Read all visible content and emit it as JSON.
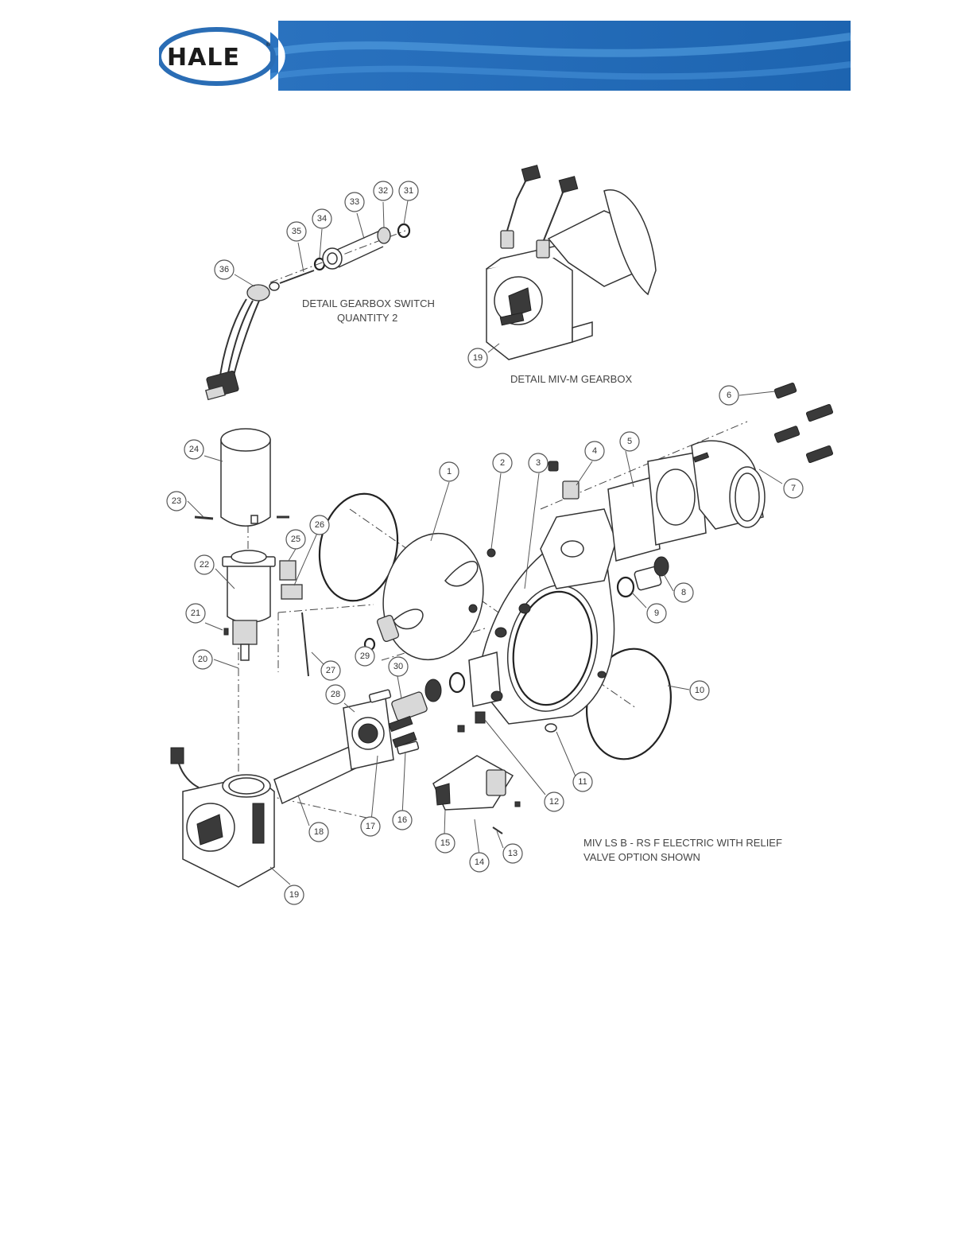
{
  "header": {
    "brand": "HALE",
    "registered_mark": "®",
    "colors": {
      "banner": "#1f6fb8",
      "banner_light": "#3d8fd6",
      "logo_swoosh": "#2a6db5"
    }
  },
  "labels": {
    "detail_switch_line1": "DETAIL GEARBOX SWITCH",
    "detail_switch_line2": "QUANTITY 2",
    "detail_gearbox": "DETAIL MIV-M GEARBOX",
    "note_line1": "MIV LS B - RS F ELECTRIC WITH RELIEF",
    "note_line2": "VALVE OPTION SHOWN"
  },
  "callouts": [
    {
      "id": "c31",
      "num": "31"
    },
    {
      "id": "c32",
      "num": "32"
    },
    {
      "id": "c33",
      "num": "33"
    },
    {
      "id": "c34",
      "num": "34"
    },
    {
      "id": "c35",
      "num": "35"
    },
    {
      "id": "c36",
      "num": "36"
    },
    {
      "id": "c19a",
      "num": "19"
    },
    {
      "id": "c6",
      "num": "6"
    },
    {
      "id": "c7",
      "num": "7"
    },
    {
      "id": "c5",
      "num": "5"
    },
    {
      "id": "c4",
      "num": "4"
    },
    {
      "id": "c3",
      "num": "3"
    },
    {
      "id": "c2",
      "num": "2"
    },
    {
      "id": "c1",
      "num": "1"
    },
    {
      "id": "c24",
      "num": "24"
    },
    {
      "id": "c23",
      "num": "23"
    },
    {
      "id": "c26",
      "num": "26"
    },
    {
      "id": "c25",
      "num": "25"
    },
    {
      "id": "c22",
      "num": "22"
    },
    {
      "id": "c21",
      "num": "21"
    },
    {
      "id": "c20",
      "num": "20"
    },
    {
      "id": "c27",
      "num": "27"
    },
    {
      "id": "c29",
      "num": "29"
    },
    {
      "id": "c30",
      "num": "30"
    },
    {
      "id": "c28",
      "num": "28"
    },
    {
      "id": "c8",
      "num": "8"
    },
    {
      "id": "c9",
      "num": "9"
    },
    {
      "id": "c10",
      "num": "10"
    },
    {
      "id": "c11",
      "num": "11"
    },
    {
      "id": "c12",
      "num": "12"
    },
    {
      "id": "c13",
      "num": "13"
    },
    {
      "id": "c14",
      "num": "14"
    },
    {
      "id": "c15",
      "num": "15"
    },
    {
      "id": "c16",
      "num": "16"
    },
    {
      "id": "c17",
      "num": "17"
    },
    {
      "id": "c18",
      "num": "18"
    },
    {
      "id": "c19b",
      "num": "19"
    }
  ]
}
